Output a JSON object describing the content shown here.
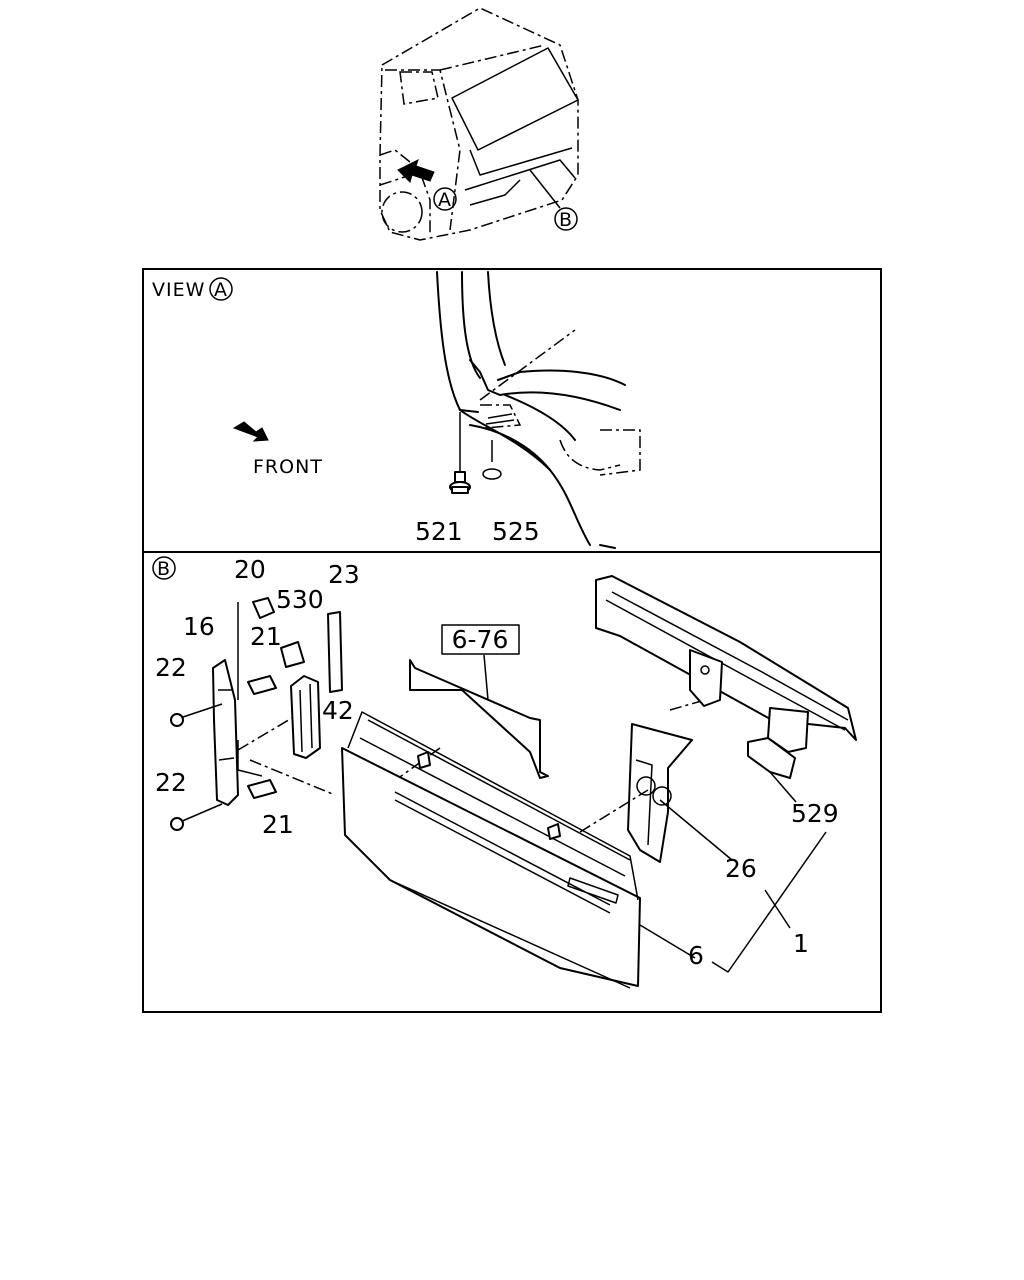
{
  "header": {
    "callout_a": "A",
    "callout_b": "B"
  },
  "view_a": {
    "title": "VIEW",
    "callout": "A",
    "front_label": "FRONT",
    "parts": {
      "p521": "521",
      "p525": "525"
    }
  },
  "view_b": {
    "callout": "B",
    "ref_box": "6-76",
    "parts": {
      "p20": "20",
      "p530": "530",
      "p23": "23",
      "p16": "16",
      "p21_top": "21",
      "p22_top": "22",
      "p42": "42",
      "p22_bottom": "22",
      "p21_bottom": "21",
      "p529": "529",
      "p26": "26",
      "p1": "1",
      "p6": "6"
    }
  }
}
